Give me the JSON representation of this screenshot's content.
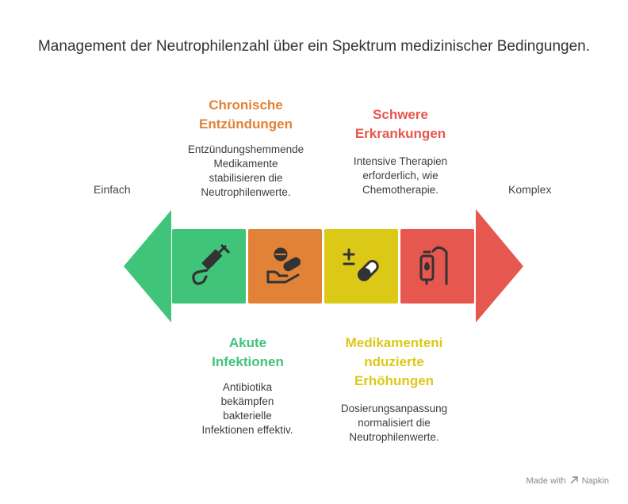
{
  "title": "Management der Neutrophilenzahl über ein Spektrum medizinischer Bedingungen.",
  "scale": {
    "left_label": "Einfach",
    "right_label": "Komplex"
  },
  "colors": {
    "green": "#3fc47a",
    "orange": "#e28236",
    "yellow": "#dcc816",
    "red": "#e6574f",
    "icon": "#333333"
  },
  "segments": [
    {
      "id": "akute",
      "color": "#3fc47a",
      "icon": "syringe-icon",
      "heading_1": "Akute",
      "heading_2": "Infektionen",
      "desc_1": "Antibiotika",
      "desc_2": "bekämpfen",
      "desc_3": "bakterielle",
      "desc_4": "Infektionen effektiv."
    },
    {
      "id": "chronisch",
      "color": "#e28236",
      "icon": "pill-hand-icon",
      "heading_1": "Chronische",
      "heading_2": "Entzündungen",
      "desc_1": "Entzündungshemmende",
      "desc_2": "Medikamente",
      "desc_3": "stabilisieren die",
      "desc_4": "Neutrophilenwerte."
    },
    {
      "id": "medikament",
      "color": "#dcc816",
      "icon": "medication-plus-minus-icon",
      "heading_1": "Medikamenteni",
      "heading_2": "nduzierte",
      "heading_3": "Erhöhungen",
      "desc_1": "Dosierungsanpassung",
      "desc_2": "normalisiert die",
      "desc_3": "Neutrophilenwerte."
    },
    {
      "id": "schwer",
      "color": "#e6574f",
      "icon": "iv-drip-icon",
      "heading_1": "Schwere",
      "heading_2": "Erkrankungen",
      "desc_1": "Intensive Therapien",
      "desc_2": "erforderlich, wie",
      "desc_3": "Chemotherapie."
    }
  ],
  "footer": {
    "made_with": "Made with",
    "brand": "Napkin"
  }
}
